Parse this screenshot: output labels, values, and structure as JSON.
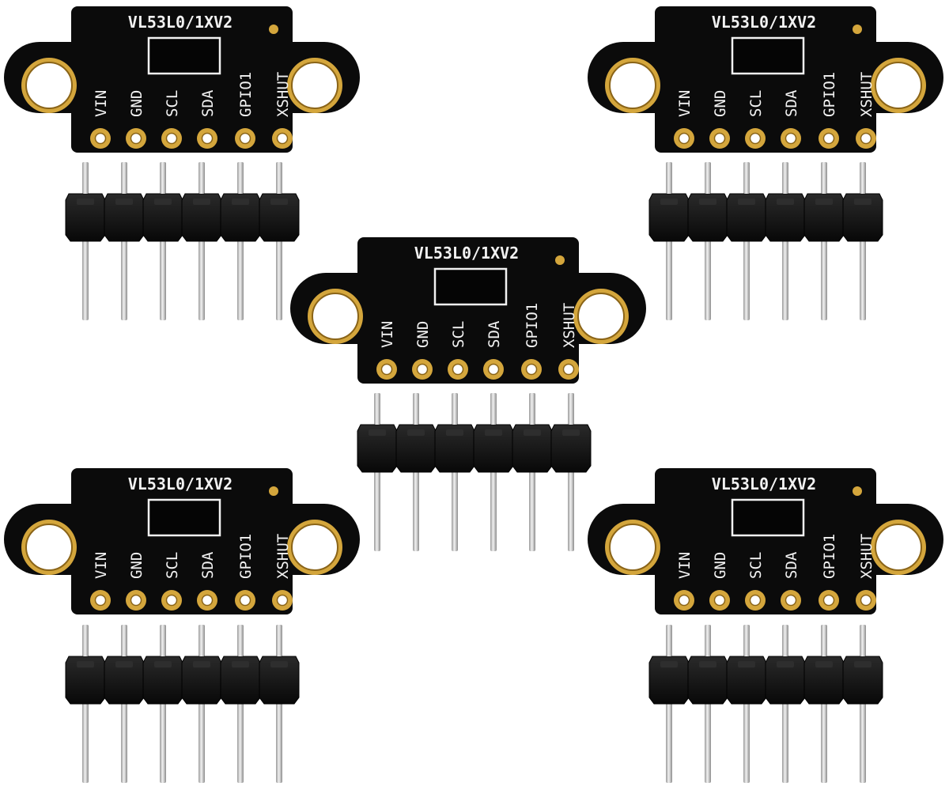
{
  "image": {
    "background_color": "#ffffff",
    "board_count": 5,
    "board": {
      "title": "VL53L0/1XV2",
      "pin_labels": [
        "VIN",
        "GND",
        "SCL",
        "SDA",
        "GPIO1",
        "XSHUT"
      ],
      "pcb_color": "#0b0b0b",
      "silkscreen_color": "#f2f2f2",
      "pad_color": "#d4a63c",
      "pad_color_dark": "#8a6418"
    },
    "header": {
      "pin_count": 6,
      "plastic_color": "#151515",
      "pin_color": "#d8d8d8"
    }
  }
}
